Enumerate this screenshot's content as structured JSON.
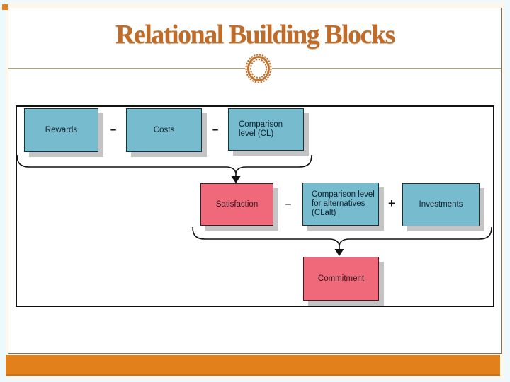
{
  "slide": {
    "title": "Relational Building Blocks",
    "colors": {
      "accent_orange": "#e2801c",
      "title_text": "#c06c28",
      "blue_box": "#76bbce",
      "pink_box": "#f0697a",
      "frame_border": "#111111",
      "panel_border": "#7b7257"
    }
  },
  "diagram": {
    "row1": {
      "rewards": "Rewards",
      "minus1": "–",
      "costs": "Costs",
      "minus2": "–",
      "cl_line1": "Comparison",
      "cl_line2": "level (CL)"
    },
    "row2": {
      "satisfaction": "Satisfaction",
      "minus": "–",
      "clalt_line1": "Comparison level",
      "clalt_line2": "for alternatives",
      "clalt_line3": "(CLalt)",
      "plus": "+",
      "investments": "Investments"
    },
    "row3": {
      "commitment": "Commitment"
    }
  }
}
